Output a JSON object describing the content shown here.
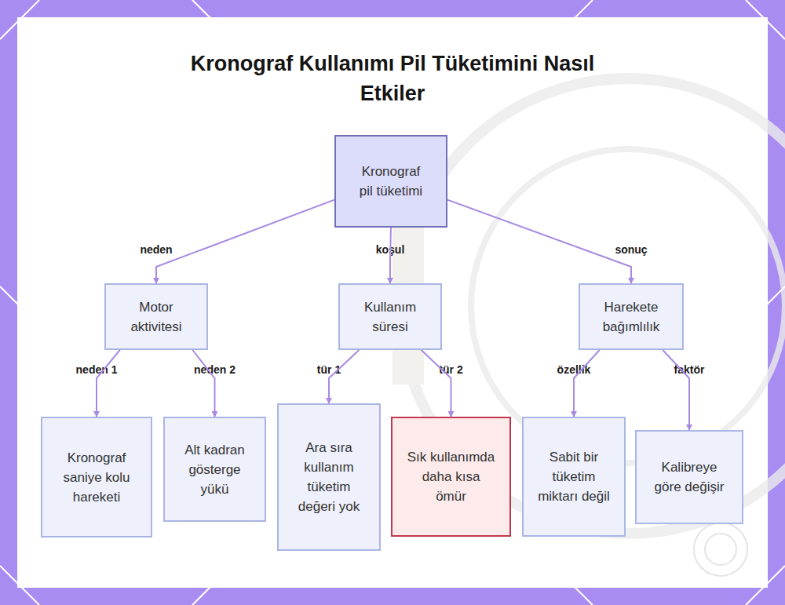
{
  "diagram": {
    "title": "Kronograf Kullanımı Pil Tüketimini Nasıl Etkiler",
    "nodes": [
      {
        "text": [
          "Kronograf pil tüketimi"
        ]
      },
      {
        "text": [
          "Motor aktivitesi"
        ]
      },
      {
        "text": [
          "Kullanım süresi"
        ]
      },
      {
        "text": [
          "Harekete bağımlılık"
        ]
      },
      {
        "text": [
          "Kronograf saniye kolu hareketi"
        ]
      },
      {
        "text": [
          "Alt kadran gösterge yükü"
        ]
      },
      {
        "text": [
          "Ara sıra kullanım tüketim değeri yok"
        ]
      },
      {
        "text": [
          "Sık kullanımda daha kısa ömür"
        ]
      },
      {
        "text": [
          "Sabit bir tüketim miktarı değil"
        ]
      },
      {
        "text": [
          "Kalibreye göre değişir"
        ]
      }
    ],
    "edges": [
      {
        "from": 0,
        "to": 1,
        "label": "neden",
        "arrow": "to"
      },
      {
        "from": 0,
        "to": 2,
        "label": "koşul",
        "arrow": "to"
      },
      {
        "from": 0,
        "to": 3,
        "label": "sonuç",
        "arrow": "to"
      },
      {
        "from": 1,
        "to": 4,
        "label": "neden 1",
        "arrow": "to"
      },
      {
        "from": 1,
        "to": 5,
        "label": "neden 2",
        "arrow": "to"
      },
      {
        "from": 2,
        "to": 6,
        "label": "tür 1",
        "arrow": "to"
      },
      {
        "from": 2,
        "to": 7,
        "label": "tür 2",
        "arrow": "to"
      },
      {
        "from": 3,
        "to": 8,
        "label": "özellik",
        "arrow": "to"
      },
      {
        "from": 3,
        "to": 9,
        "label": "faktör",
        "arrow": "to"
      }
    ]
  }
}
